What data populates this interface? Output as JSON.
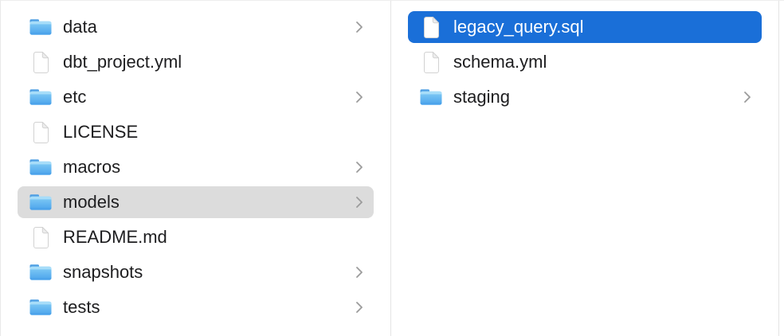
{
  "colors": {
    "selection_blue": "#1a6fd8",
    "selection_gray": "#dcdcdc",
    "label": "#1d1d1f",
    "label_selected": "#ffffff",
    "divider": "#e4e4e4",
    "chevron": "#9b9b9b",
    "folder_blue_light": "#85cef6",
    "folder_blue_dark": "#4aa3ec"
  },
  "columns": [
    {
      "name": "column-1",
      "items": [
        {
          "label": "data",
          "type": "folder",
          "chevron": true,
          "selected": "none"
        },
        {
          "label": "dbt_project.yml",
          "type": "file",
          "chevron": false,
          "selected": "none"
        },
        {
          "label": "etc",
          "type": "folder",
          "chevron": true,
          "selected": "none"
        },
        {
          "label": "LICENSE",
          "type": "file",
          "chevron": false,
          "selected": "none"
        },
        {
          "label": "macros",
          "type": "folder",
          "chevron": true,
          "selected": "none"
        },
        {
          "label": "models",
          "type": "folder",
          "chevron": true,
          "selected": "inactive"
        },
        {
          "label": "README.md",
          "type": "file",
          "chevron": false,
          "selected": "none"
        },
        {
          "label": "snapshots",
          "type": "folder",
          "chevron": true,
          "selected": "none"
        },
        {
          "label": "tests",
          "type": "folder",
          "chevron": true,
          "selected": "none"
        }
      ]
    },
    {
      "name": "column-2",
      "items": [
        {
          "label": "legacy_query.sql",
          "type": "file",
          "chevron": false,
          "selected": "active"
        },
        {
          "label": "schema.yml",
          "type": "file",
          "chevron": false,
          "selected": "none"
        },
        {
          "label": "staging",
          "type": "folder",
          "chevron": true,
          "selected": "none"
        }
      ]
    }
  ]
}
